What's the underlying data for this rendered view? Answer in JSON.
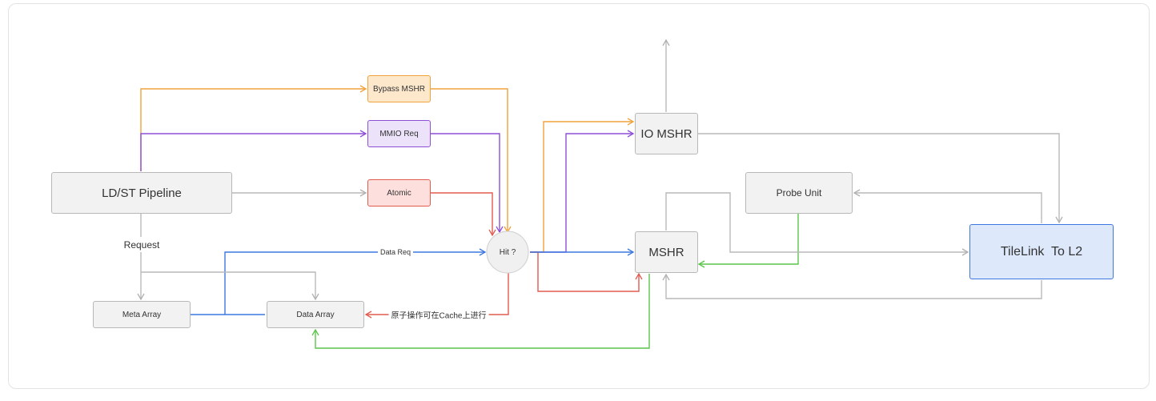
{
  "nodes": {
    "ldst_pipeline": "LD/ST Pipeline",
    "bypass_mshr": "Bypass MSHR",
    "mmio_req": "MMIO Req",
    "atomic": "Atomic",
    "hit": "Hit ?",
    "io_mshr": "IO MSHR",
    "probe_unit": "Probe Unit",
    "mshr": "MSHR",
    "tilelink": "TileLink  To L2",
    "meta_array": "Meta Array",
    "data_array": "Data Array"
  },
  "labels": {
    "request": "Request",
    "data_req": "Data Req",
    "atomic_note": "原子操作可在Cache上进行"
  },
  "colors": {
    "orange": "#f0a23c",
    "purple": "#8d4fd6",
    "red": "#e25b4f",
    "blue": "#3d78e0",
    "green": "#5cc44c",
    "gray": "#b9b9b9",
    "bypass_fill": "#fde8cc",
    "mmio_fill": "#ece3fb",
    "atomic_fill": "#fde0de",
    "tilelink_fill": "#dde8fb",
    "node_fill": "#f2f2f2"
  }
}
